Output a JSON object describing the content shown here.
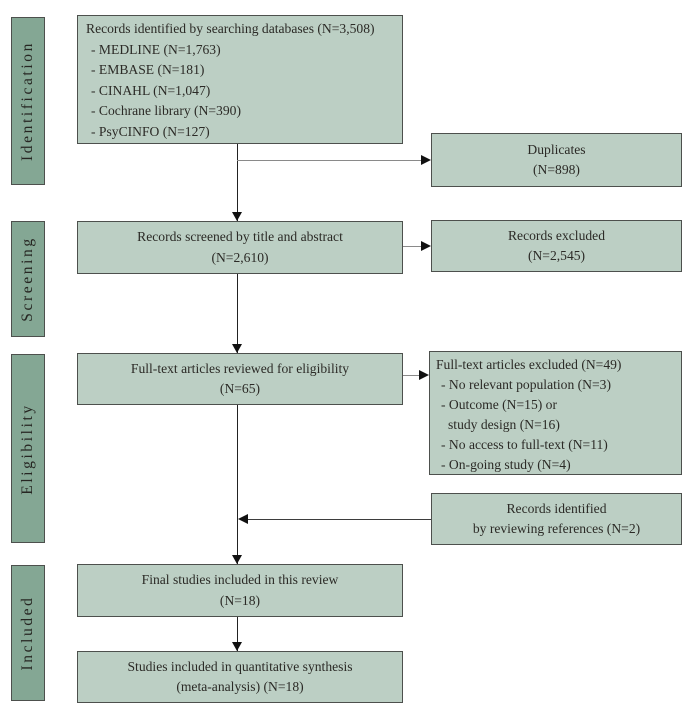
{
  "diagram_type": "prisma-flow-diagram",
  "colors": {
    "sidebar_fill": "#84a794",
    "box_fill": "#bccfc4",
    "border": "#4d504d",
    "connector_gray": "#8a8a8a",
    "arrow_black": "#111111",
    "text": "#2b2a26",
    "background": "#ffffff"
  },
  "sidebar": [
    {
      "label": "Identification"
    },
    {
      "label": "Screening"
    },
    {
      "label": "Eligibility"
    },
    {
      "label": "Included"
    }
  ],
  "boxes": {
    "identified": {
      "title": "Records identified by searching databases (N=3,508)",
      "items": [
        "- MEDLINE (N=1,763)",
        "- EMBASE (N=181)",
        "- CINAHL (N=1,047)",
        "- Cochrane library (N=390)",
        "- PsyCINFO (N=127)"
      ]
    },
    "duplicates": {
      "line1": "Duplicates",
      "line2": "(N=898)"
    },
    "screened": {
      "line1": "Records screened by title and abstract",
      "line2": "(N=2,610)"
    },
    "records_excluded": {
      "line1": "Records excluded",
      "line2": "(N=2,545)"
    },
    "fulltext_reviewed": {
      "line1": "Full-text articles reviewed for eligibility",
      "line2": "(N=65)"
    },
    "fulltext_excluded": {
      "title": "Full-text articles excluded (N=49)",
      "items": [
        "- No relevant population (N=3)",
        "- Outcome (N=15) or",
        "study design (N=16)",
        "- No access to full-text (N=11)",
        "- On-going study (N=4)"
      ]
    },
    "references": {
      "line1": "Records identified",
      "line2": "by reviewing references (N=2)"
    },
    "final_included": {
      "line1": "Final studies included in this review",
      "line2": "(N=18)"
    },
    "synthesis": {
      "line1": "Studies included in quantitative synthesis",
      "line2": "(meta-analysis) (N=18)"
    }
  }
}
